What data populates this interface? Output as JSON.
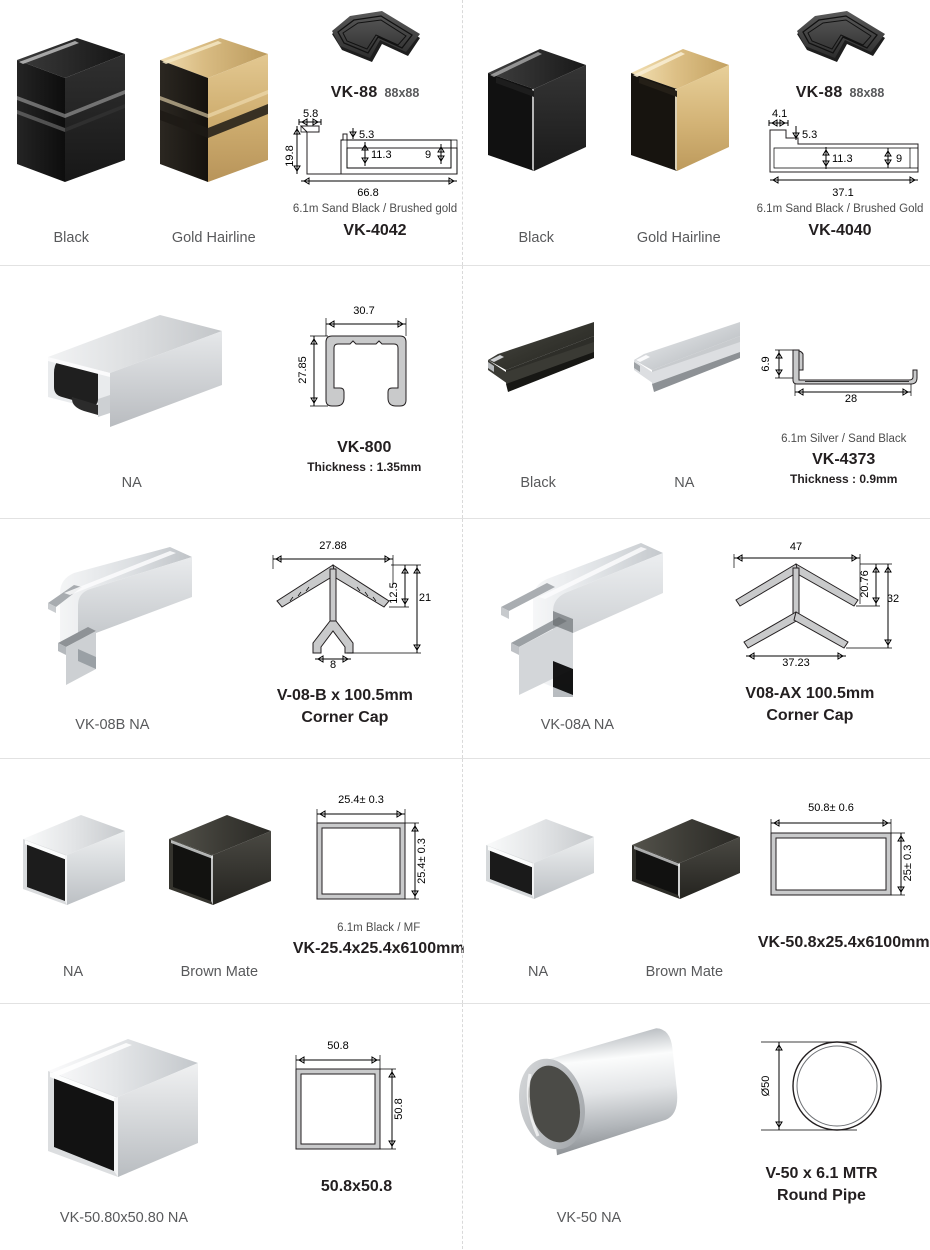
{
  "page": {
    "title": "Aluminium Profile Catalogue Sheet",
    "divider_color": "#e2e2e2",
    "vertical_divider_color": "#d9d9d9",
    "text_color": "#58595b",
    "bold_text_color": "#231f20"
  },
  "rows": [
    {
      "left": {
        "finishes": [
          {
            "label": "Black",
            "swatch": "#262626"
          },
          {
            "label": "Gold Hairline",
            "swatch": "#c9a96a"
          }
        ],
        "connector": {
          "code": "VK-88",
          "size": "88x88",
          "icon": "corner-connector-icon"
        },
        "drawing": {
          "dims": [
            "5.8",
            "19.8",
            "5.3",
            "11.3",
            "9",
            "66.8"
          ],
          "width_dim": "66.8",
          "height_dim": "19.8"
        },
        "spec_line": "6.1m  Sand Black / Brushed gold",
        "code": "VK-4042",
        "thickness": ""
      },
      "right": {
        "finishes": [
          {
            "label": "Black",
            "swatch": "#2b2b2b"
          },
          {
            "label": "Gold Hairline",
            "swatch": "#d4b372"
          }
        ],
        "connector": {
          "code": "VK-88",
          "size": "88x88",
          "icon": "corner-connector-icon"
        },
        "drawing": {
          "dims": [
            "4.1",
            "5.3",
            "11.3",
            "9",
            "37.1"
          ],
          "width_dim": "37.1",
          "height_dim": ""
        },
        "spec_line": "6.1m  Sand Black / Brushed Gold",
        "code": "VK-4040",
        "thickness": ""
      }
    },
    {
      "left": {
        "finishes": [
          {
            "label": "NA",
            "swatch": "#d7d8da"
          }
        ],
        "connector": null,
        "drawing": {
          "dims": [
            "30.7",
            "27.85"
          ],
          "width_dim": "30.7",
          "height_dim": "27.85"
        },
        "spec_line": "",
        "code": "VK-800",
        "thickness": "Thickness : 1.35mm"
      },
      "right": {
        "finishes": [
          {
            "label": "Black",
            "swatch": "#3a3a38"
          },
          {
            "label": "NA",
            "swatch": "#d0d2d4"
          }
        ],
        "connector": null,
        "drawing": {
          "dims": [
            "6.9",
            "28"
          ],
          "width_dim": "28",
          "height_dim": "6.9"
        },
        "spec_line": "6.1m  Silver / Sand Black",
        "code": "VK-4373",
        "thickness": "Thickness : 0.9mm"
      }
    },
    {
      "left": {
        "finishes": [
          {
            "label": "VK-08B NA",
            "swatch": "#d6d7d9"
          }
        ],
        "connector": null,
        "drawing": {
          "dims": [
            "27.88",
            "12.5",
            "21",
            "8"
          ],
          "width_dim": "27.88",
          "height_dim": "21"
        },
        "spec_line": "",
        "code": "V-08-B x 100.5mm",
        "code2": "Corner Cap",
        "thickness": ""
      },
      "right": {
        "finishes": [
          {
            "label": "VK-08A NA",
            "swatch": "#d6d7d9"
          }
        ],
        "connector": null,
        "drawing": {
          "dims": [
            "47",
            "20.76",
            "32",
            "37.23"
          ],
          "width_dim": "47",
          "height_dim": "32"
        },
        "spec_line": "",
        "code": "V08-AX 100.5mm",
        "code2": "Corner Cap",
        "thickness": ""
      }
    },
    {
      "left": {
        "finishes": [
          {
            "label": "NA",
            "swatch": "#d9dadc"
          },
          {
            "label": "Brown Mate",
            "swatch": "#3b3a36"
          }
        ],
        "connector": null,
        "drawing": {
          "dims": [
            "25.4± 0.3",
            "25.4± 0.3"
          ],
          "width_dim": "25.4± 0.3",
          "height_dim": "25.4± 0.3"
        },
        "spec_line": "6.1m Black / MF",
        "code": "VK-25.4x25.4x6100mm",
        "thickness": ""
      },
      "right": {
        "finishes": [
          {
            "label": "NA",
            "swatch": "#d9dadc"
          },
          {
            "label": "Brown Mate",
            "swatch": "#312f2c"
          }
        ],
        "connector": null,
        "drawing": {
          "dims": [
            "50.8± 0.6",
            "25± 0.3"
          ],
          "width_dim": "50.8± 0.6",
          "height_dim": "25± 0.3"
        },
        "spec_line": "",
        "code": "VK-50.8x25.4x6100mm",
        "thickness": ""
      }
    },
    {
      "left": {
        "finishes": [
          {
            "label": "VK-50.80x50.80 NA",
            "swatch": "#cfd1d3"
          }
        ],
        "connector": null,
        "drawing": {
          "dims": [
            "50.8",
            "50.8"
          ],
          "width_dim": "50.8",
          "height_dim": "50.8"
        },
        "spec_line": "",
        "code": "50.8x50.8",
        "thickness": ""
      },
      "right": {
        "finishes": [
          {
            "label": "VK-50  NA",
            "swatch": "#cfd1d3"
          }
        ],
        "connector": null,
        "drawing": {
          "dims": [
            "Ø50"
          ],
          "width_dim": "",
          "height_dim": "Ø50"
        },
        "spec_line": "",
        "code": "V-50 x 6.1 MTR",
        "code2": "Round Pipe",
        "thickness": ""
      }
    }
  ]
}
